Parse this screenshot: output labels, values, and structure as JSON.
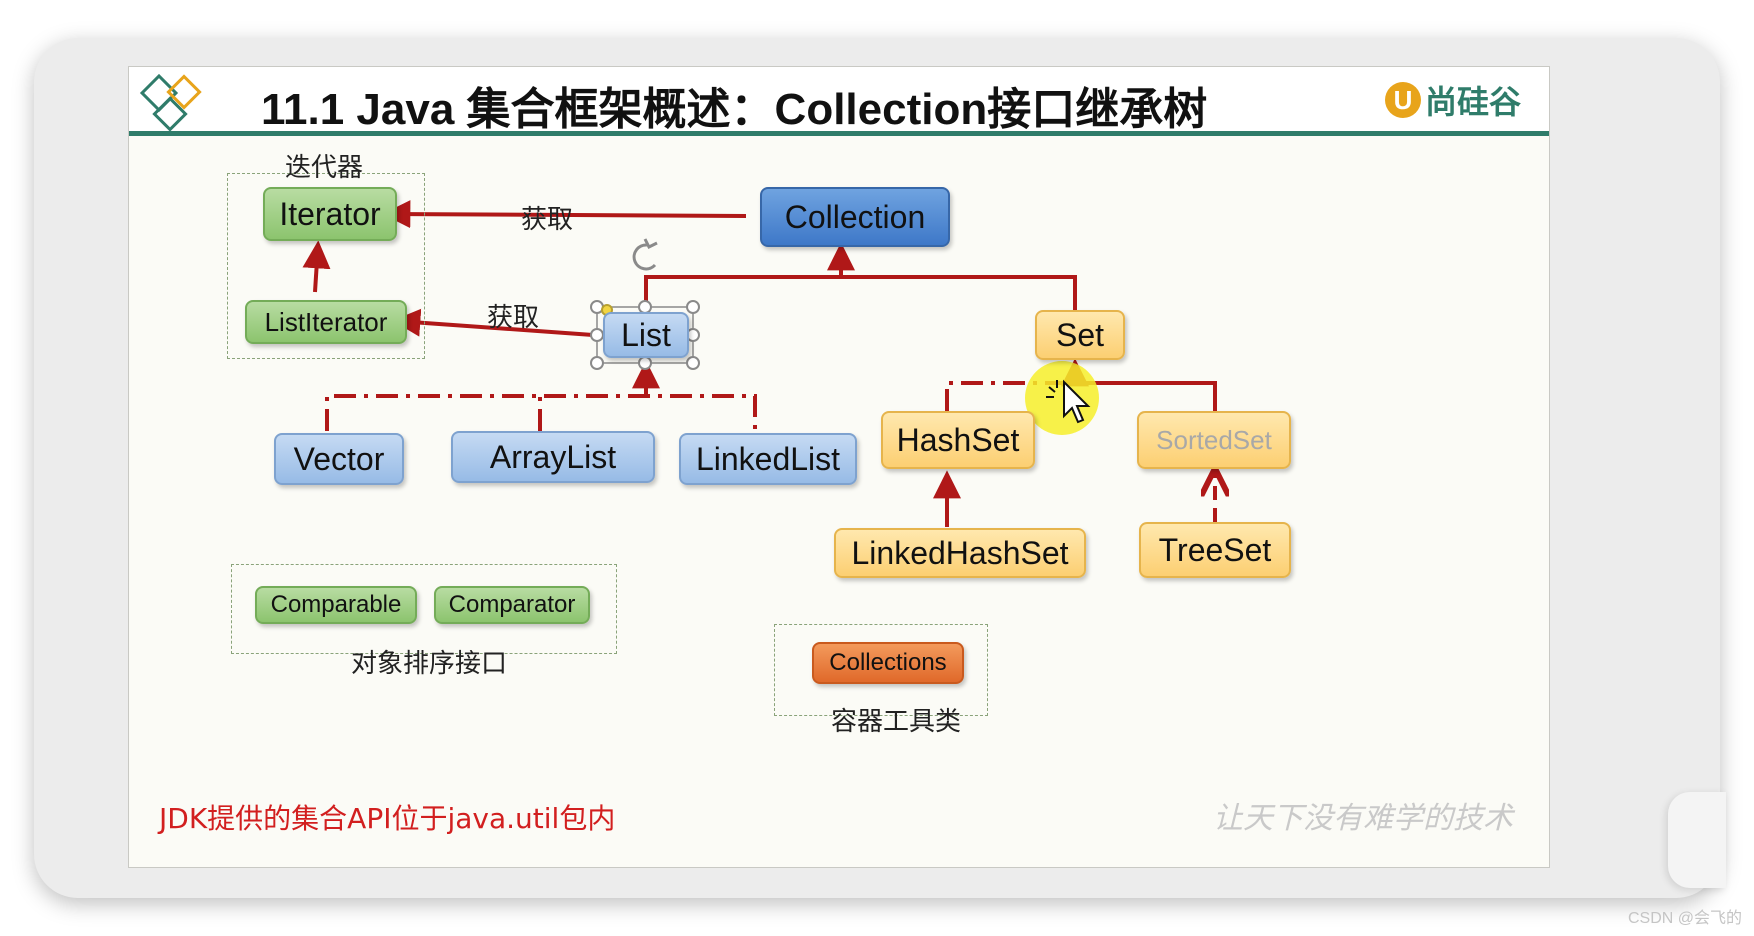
{
  "slide": {
    "title": "11.1 Java 集合框架概述：Collection接口继承树",
    "brand": {
      "mark": "U",
      "name": "尚硅谷"
    },
    "footer_note": "JDK提供的集合API位于java.util包内",
    "slogan": "让天下没有难学的技术",
    "watermark": "CSDN @会飞的"
  },
  "groups": {
    "iterator_group_label": "迭代器",
    "sort_group_label": "对象排序接口",
    "tools_group_label": "容器工具类"
  },
  "edges": {
    "get_label_1": "获取",
    "get_label_2": "获取"
  },
  "nodes": {
    "iterator": "Iterator",
    "list_iterator": "ListIterator",
    "collection": "Collection",
    "list": "List",
    "set": "Set",
    "vector": "Vector",
    "array_list": "ArrayList",
    "linked_list": "LinkedList",
    "hash_set": "HashSet",
    "sorted_set": "SortedSet",
    "linked_hash_set": "LinkedHashSet",
    "tree_set": "TreeSet",
    "comparable": "Comparable",
    "comparator": "Comparator",
    "collections": "Collections"
  },
  "colors": {
    "edge": "#b01818",
    "title_rule": "#2f7c6a",
    "interface_green": "#8cc46e",
    "list_blue": "#97bbe6",
    "collection_blue": "#3e78c8",
    "set_yellow": "#fccf72",
    "tools_orange": "#e0692a",
    "footer_red": "#d21f1f"
  }
}
